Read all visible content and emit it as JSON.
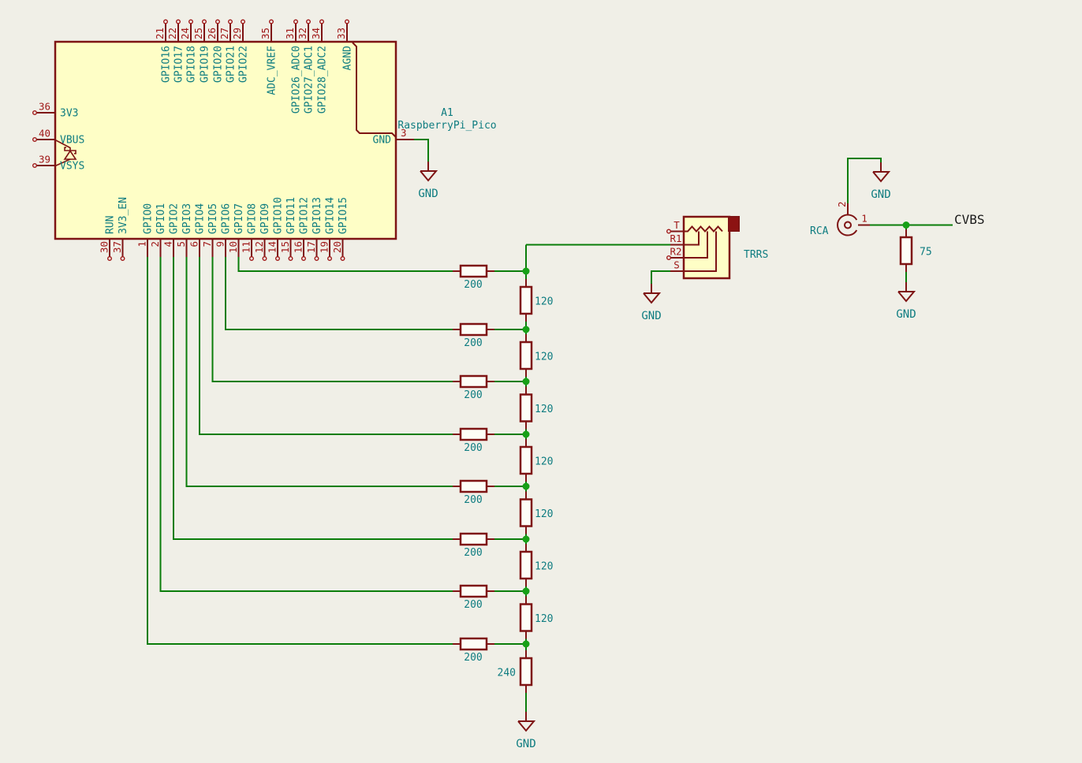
{
  "pico": {
    "reference": "A1",
    "value": "RaspberryPi_Pico",
    "left_pins": [
      {
        "number": "36",
        "name": "3V3"
      },
      {
        "number": "40",
        "name": "VBUS"
      },
      {
        "number": "39",
        "name": "VSYS"
      }
    ],
    "right_pins": [
      {
        "number": "3",
        "name": "GND"
      }
    ],
    "top_pins": [
      {
        "number": "21",
        "name": "GPIO16"
      },
      {
        "number": "22",
        "name": "GPIO17"
      },
      {
        "number": "24",
        "name": "GPIO18"
      },
      {
        "number": "25",
        "name": "GPIO19"
      },
      {
        "number": "26",
        "name": "GPIO20"
      },
      {
        "number": "27",
        "name": "GPIO21"
      },
      {
        "number": "29",
        "name": "GPIO22"
      },
      {
        "number": "35",
        "name": "ADC_VREF"
      },
      {
        "number": "31",
        "name": "GPIO26_ADC0"
      },
      {
        "number": "32",
        "name": "GPIO27_ADC1"
      },
      {
        "number": "34",
        "name": "GPIO28_ADC2"
      },
      {
        "number": "33",
        "name": "AGND"
      }
    ],
    "bottom_pins": [
      {
        "number": "30",
        "name": "RUN"
      },
      {
        "number": "37",
        "name": "3V3_EN"
      },
      {
        "number": "1",
        "name": "GPIO0"
      },
      {
        "number": "2",
        "name": "GPIO1"
      },
      {
        "number": "4",
        "name": "GPIO2"
      },
      {
        "number": "5",
        "name": "GPIO3"
      },
      {
        "number": "6",
        "name": "GPIO4"
      },
      {
        "number": "7",
        "name": "GPIO5"
      },
      {
        "number": "9",
        "name": "GPIO6"
      },
      {
        "number": "10",
        "name": "GPIO7"
      },
      {
        "number": "11",
        "name": "GPIO8"
      },
      {
        "number": "12",
        "name": "GPIO9"
      },
      {
        "number": "14",
        "name": "GPIO10"
      },
      {
        "number": "15",
        "name": "GPIO11"
      },
      {
        "number": "16",
        "name": "GPIO12"
      },
      {
        "number": "17",
        "name": "GPIO13"
      },
      {
        "number": "19",
        "name": "GPIO14"
      },
      {
        "number": "20",
        "name": "GPIO15"
      }
    ]
  },
  "ladder": {
    "series": [
      {
        "value": "200"
      },
      {
        "value": "200"
      },
      {
        "value": "200"
      },
      {
        "value": "200"
      },
      {
        "value": "200"
      },
      {
        "value": "200"
      },
      {
        "value": "200"
      },
      {
        "value": "200"
      }
    ],
    "shunt": [
      {
        "value": "120"
      },
      {
        "value": "120"
      },
      {
        "value": "120"
      },
      {
        "value": "120"
      },
      {
        "value": "120"
      },
      {
        "value": "120"
      },
      {
        "value": "120"
      }
    ],
    "termination": {
      "value": "240"
    }
  },
  "trrs": {
    "label": "TRRS",
    "pins": [
      {
        "name": "T"
      },
      {
        "name": "R1"
      },
      {
        "name": "R2"
      },
      {
        "name": "S"
      }
    ]
  },
  "rca": {
    "label": "RCA",
    "pins": [
      {
        "number": "1"
      },
      {
        "number": "2"
      }
    ]
  },
  "rca_termination": {
    "value": "75"
  },
  "net_labels": {
    "cvbs": "CVBS"
  },
  "gnd_labels": [
    "GND",
    "GND",
    "GND",
    "GND",
    "GND"
  ],
  "colors": {
    "background": "#F0EFE7",
    "symbol_outline": "#7E1414",
    "symbol_fill": "#FEFEC6",
    "wire": "#0A7D0A",
    "junction": "#17A017",
    "pin_number": "#A01818",
    "pin_name": "#0E7C80",
    "net_label": "#1A1A1A"
  }
}
